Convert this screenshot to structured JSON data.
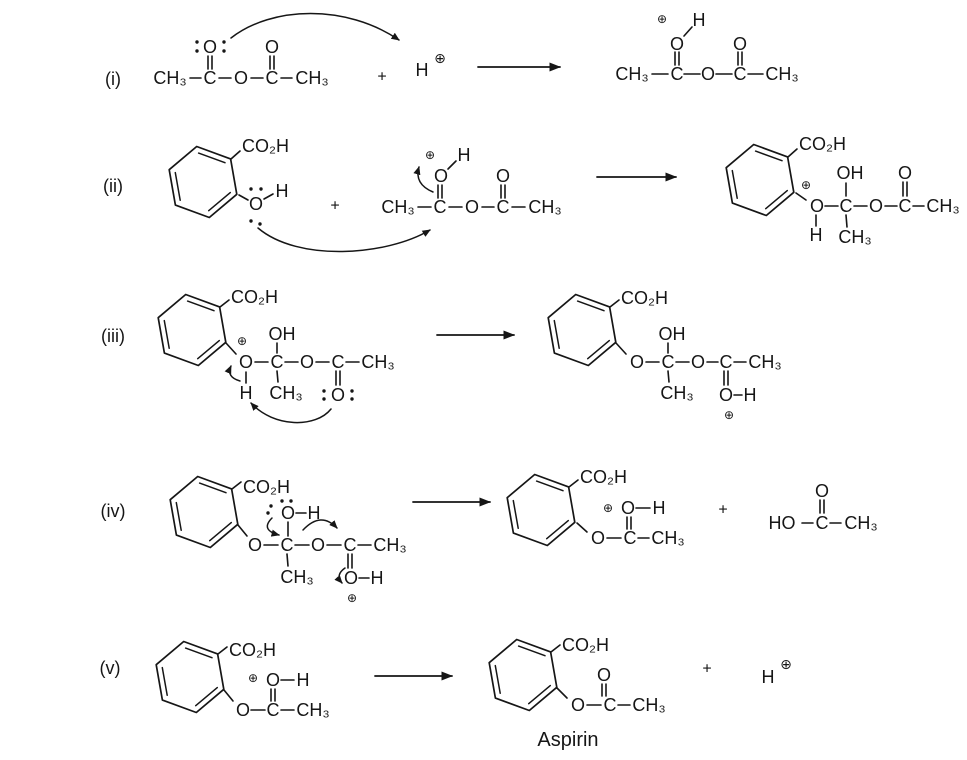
{
  "sym": {
    "ch3": "CH₃",
    "c": "C",
    "o": "O",
    "h": "H",
    "ho": "HO",
    "oh": "OH",
    "co2h": "CO₂H",
    "plus": "+",
    "oplus": "⊕"
  },
  "steps": {
    "i": "(i)",
    "ii": "(ii)",
    "iii": "(iii)",
    "iv": "(iv)",
    "v": "(v)"
  },
  "labels": {
    "aspirin": "Aspirin"
  }
}
